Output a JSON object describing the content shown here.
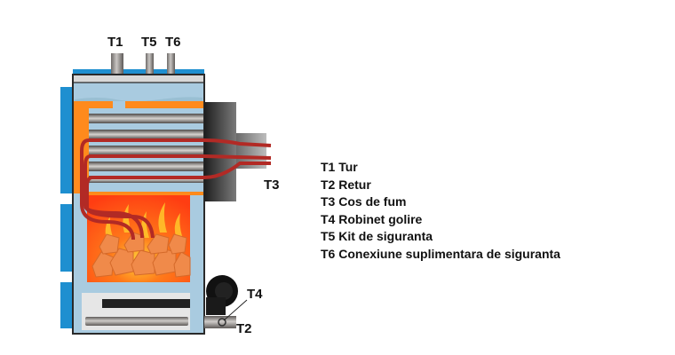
{
  "diagram": {
    "title": "Boiler connections diagram",
    "labels": {
      "t1": "T1",
      "t2": "T2",
      "t3": "T3",
      "t4": "T4",
      "t5": "T5",
      "t6": "T6"
    },
    "colors": {
      "water": "#a9cbe0",
      "fire": "#ff6a1a",
      "fire_chamber": "#ff8a1c",
      "outer_blue": "#1e8fd0",
      "flue": "#3a3a3a",
      "pipes": "#8d8a88",
      "tubes_red": "#b22a25"
    }
  },
  "legend": {
    "items": [
      {
        "code": "T1",
        "text": "T1 Tur"
      },
      {
        "code": "T2",
        "text": "T2 Retur"
      },
      {
        "code": "T3",
        "text": "T3 Cos de fum"
      },
      {
        "code": "T4",
        "text": "T4 Robinet golire"
      },
      {
        "code": "T5",
        "text": "T5 Kit de siguranta"
      },
      {
        "code": "T6",
        "text": "T6 Conexiune suplimentara de siguranta"
      }
    ]
  }
}
